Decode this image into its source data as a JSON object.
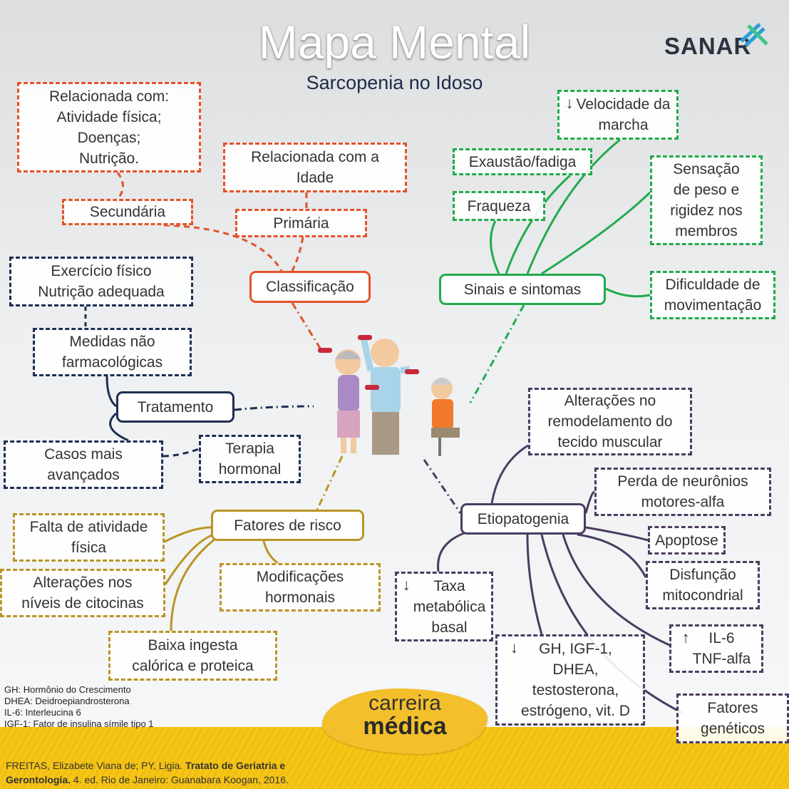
{
  "header": {
    "title": "Mapa Mental",
    "subtitle": "Sarcopenia no Idoso",
    "logo": "SANAR"
  },
  "classificacao": {
    "hub": "Classificação",
    "secundaria": "Secundária",
    "secundaria_detail": "Relacionada com:\nAtividade física;\nDoenças;\nNutrição.",
    "primaria": "Primária",
    "primaria_detail": "Relacionada com a\nIdade"
  },
  "sinais": {
    "hub": "Sinais e sintomas",
    "velocidade": {
      "arrow": "↓",
      "text": "Velocidade da\nmarcha"
    },
    "exaustao": "Exaustão/fadiga",
    "fraqueza": "Fraqueza",
    "sensacao": "Sensação\nde peso e\nrigidez nos\nmembros",
    "dificuldade": "Dificuldade de\nmovimentação"
  },
  "tratamento": {
    "hub": "Tratamento",
    "medidas": "Medidas não\nfarmacológicas",
    "medidas_detail": "Exercício físico\nNutrição adequada",
    "casos": "Casos mais\navançados",
    "terapia": "Terapia\nhormonal"
  },
  "fatores": {
    "hub": "Fatores de risco",
    "falta": "Falta de atividade\nfísica",
    "citocinas": "Alterações nos\nníveis de citocinas",
    "hormonais": "Modificações\nhormonais",
    "ingesta": "Baixa ingesta\ncalórica e proteica"
  },
  "etiopatogenia": {
    "hub": "Etiopatogenia",
    "remodelamento": "Alterações no\nremodelamento do\ntecido muscular",
    "neuronios": "Perda de neurônios\nmotores-alfa",
    "apoptose": "Apoptose",
    "mitocondrial": "Disfunção\nmitocondrial",
    "taxa": {
      "arrow": "↓",
      "text": "Taxa\nmetabólica\nbasal"
    },
    "hormonios": {
      "arrow": "↓",
      "text": "GH, IGF-1,\nDHEA,\ntestosterona,\nestrógeno, vit. D"
    },
    "il6": {
      "arrow": "↑",
      "text": "IL-6\nTNF-alfa"
    },
    "geneticos": "Fatores\ngenéticos"
  },
  "legend": "GH: Hormônio  do Crescimento\nDHEA: Deidroepiandrosterona\nIL-6: Interleucina  6\nIGF-1: Fator de insulina símile tipo 1",
  "footer": {
    "badge_line1": "carreira",
    "badge_line2": "médica",
    "ref_plain1": "FREITAS, Elizabete Viana de; PY, Ligia. ",
    "ref_bold1": "Tratato de Geriatria e",
    "ref_bold2": "Gerontologia.",
    "ref_plain2": " 4. ed. Rio de Janeiro: Guanabara Koogan, 2016."
  },
  "colors": {
    "red": "#e2532b",
    "green": "#22aa4e",
    "navy": "#1d2e52",
    "gold": "#b99526",
    "purple": "#4b3c60"
  }
}
